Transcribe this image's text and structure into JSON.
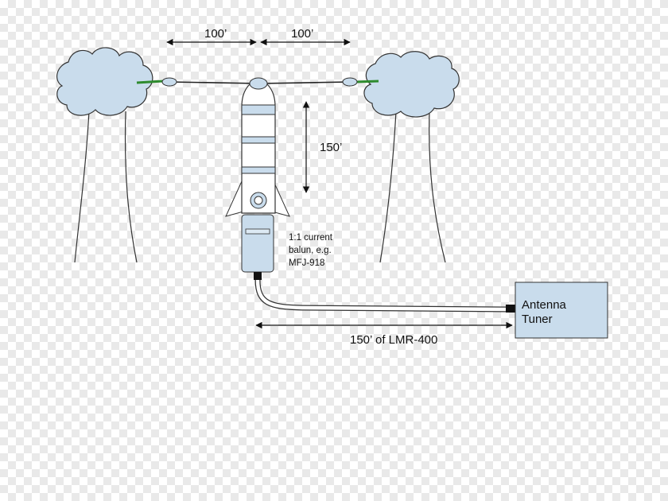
{
  "dimensions": {
    "left_span": "100’",
    "right_span": "100’",
    "mast_height": "150’",
    "coax_length": "150’ of LMR-400"
  },
  "balun": {
    "line1": "1:1 current",
    "line2": "balun, e.g.",
    "line3": "MFJ-918"
  },
  "tuner": {
    "line1": "Antenna",
    "line2": "Tuner"
  },
  "colors": {
    "cloud_fill": "#c9dcec",
    "tuner_fill": "#c9dcec",
    "insulator_tie": "#2e8b2e",
    "outline": "#333333"
  }
}
